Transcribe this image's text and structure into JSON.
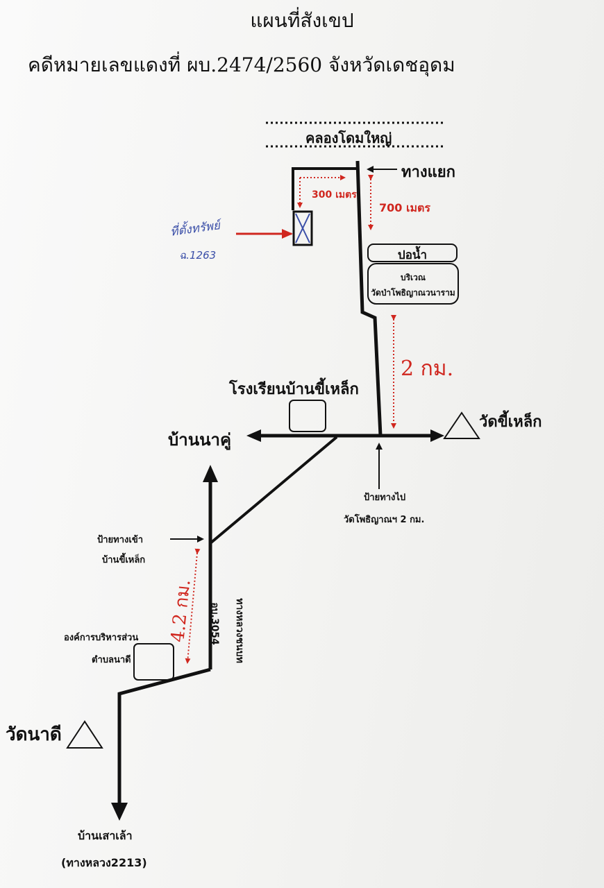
{
  "header": {
    "title": "แผนที่สังเขป",
    "case_line": "คดีหมายเลขแดงที่ ผบ.2474/2560  จังหวัดเดชอุดม"
  },
  "map": {
    "canal": "คลองโดมใหญ่",
    "junction": "ทางแยก",
    "dist_300": "300 เมตร",
    "dist_700": "700 เมตร",
    "dist_2km": "2 กม.",
    "dist_42km": "4.2 กม.",
    "land_label": "ที่ตั้งทรัพย์",
    "land_deed": "ฉ.1263",
    "well": "ปอน้ำ",
    "temple_area_1": "บริเวณ",
    "temple_area_2": "วัดป่าโพธิญาณวนาราม",
    "school": "โรงเรียนบ้านขี้เหล็ก",
    "village_na_khu": "บ้านนาคู่",
    "temple_khilek": "วัดขี้เหล็ก",
    "sign_pho_1": "ป้ายทางไป",
    "sign_pho_2": "วัดโพธิญาณฯ 2 กม.",
    "sign_entry_1": "ป้ายทางเข้า",
    "sign_entry_2": "บ้านขี้เหล็ก",
    "road_code": "อบ.3054",
    "highway": "ทางหลวงชนบท",
    "tao_1": "องค์การบริหารส่วน",
    "tao_2": "ตำบลนาดี",
    "temple_nadi": "วัดนาดี",
    "village_sao_lao": "บ้านเสาเล้า",
    "highway_2213": "(ทางหลวง2213)"
  },
  "colors": {
    "road": "#111111",
    "distance": "#d0271f",
    "handwriting": "#3b4fa8",
    "land_marker": "#3b4fa8"
  }
}
